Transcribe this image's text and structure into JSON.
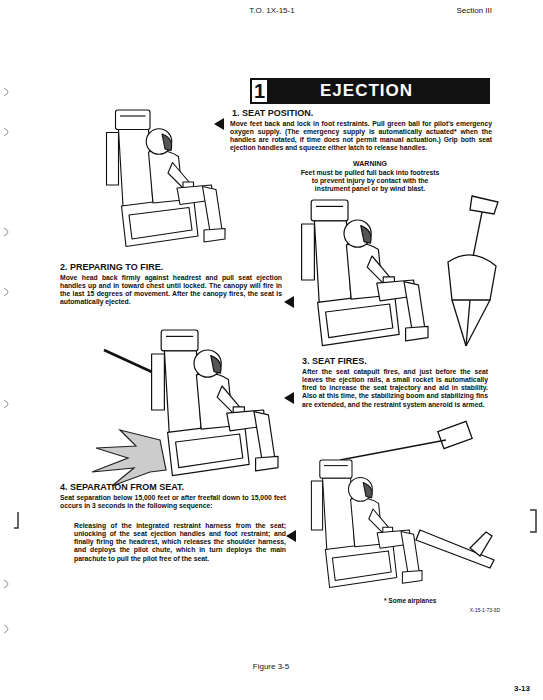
{
  "diagram": {
    "caption": "Figure 3-5",
    "nodes": [
      {
        "text": [
          "1",
          "EJECTION"
        ]
      }
    ],
    "labels": [
      "T.O. 1X-15-1",
      "Section III",
      "1. SEAT POSITION.",
      "Move feet back and lock in foot restraints. Pull green ball for pilot's emergency oxygen supply. (The emergency supply is automatically actuated* when the handles are rotated, if time does not permit manual actuation.) Grip both seat ejection handles and squeeze either latch to release handles.",
      "WARNING",
      "Feet must be pulled full back into footrests to prevent injury by contact with the instrument panel or by wind blast.",
      "2. PREPARING TO FIRE.",
      "Move head back firmly against headrest and pull seat ejection handles up and in toward chest until locked. The canopy will fire in the last 15 degrees of movement. After the canopy fires, the seat is automatically ejected.",
      "3. SEAT FIRES.",
      "After the seat catapult fires, and just before the seat leaves the ejection rails, a small rocket is automatically fired to increase the seat trajectory and aid in stability. Also at this time, the stabilizing boom and stabilizing fins are extended, and the restraint system aneroid is armed.",
      "4. SEPARATION FROM SEAT.",
      "Seat separation below 15,000 feet or after freefall down to 15,000 feet occurs in 3 seconds in the following sequence:",
      "Releasing of the integrated restraint harness from the seat; unlocking of the seat ejection handles and foot restraint; and finally firing the headrest, which releases the shoulder harness, and deploys the pilot chute, which in turn deploys the main parachute to pull the pilot free of the seat.",
      "* Some airplanes",
      "X-15-1-73-3D",
      "3-13"
    ]
  }
}
